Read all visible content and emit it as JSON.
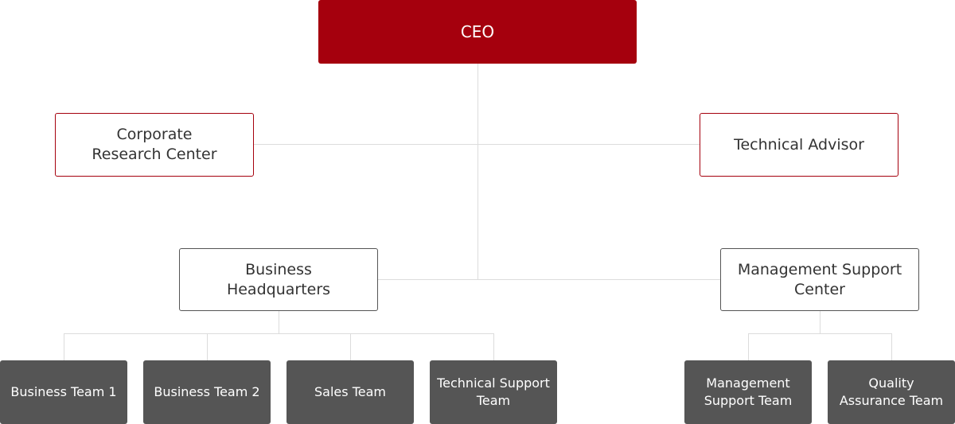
{
  "org": {
    "ceo": "CEO",
    "research": "Corporate\nResearch Center",
    "advisor": "Technical Advisor",
    "business_hq": "Business\nHeadquarters",
    "management_center": "Management Support\nCenter",
    "business_teams": [
      "Business Team 1",
      "Business Team 2",
      "Sales Team",
      "Technical Support\nTeam"
    ],
    "management_teams": [
      "Management\nSupport Team",
      "Quality\nAssurance Team"
    ]
  },
  "colors": {
    "accent": "#a5000d",
    "team_fill": "#555555",
    "connector": "#dcdcdc"
  }
}
